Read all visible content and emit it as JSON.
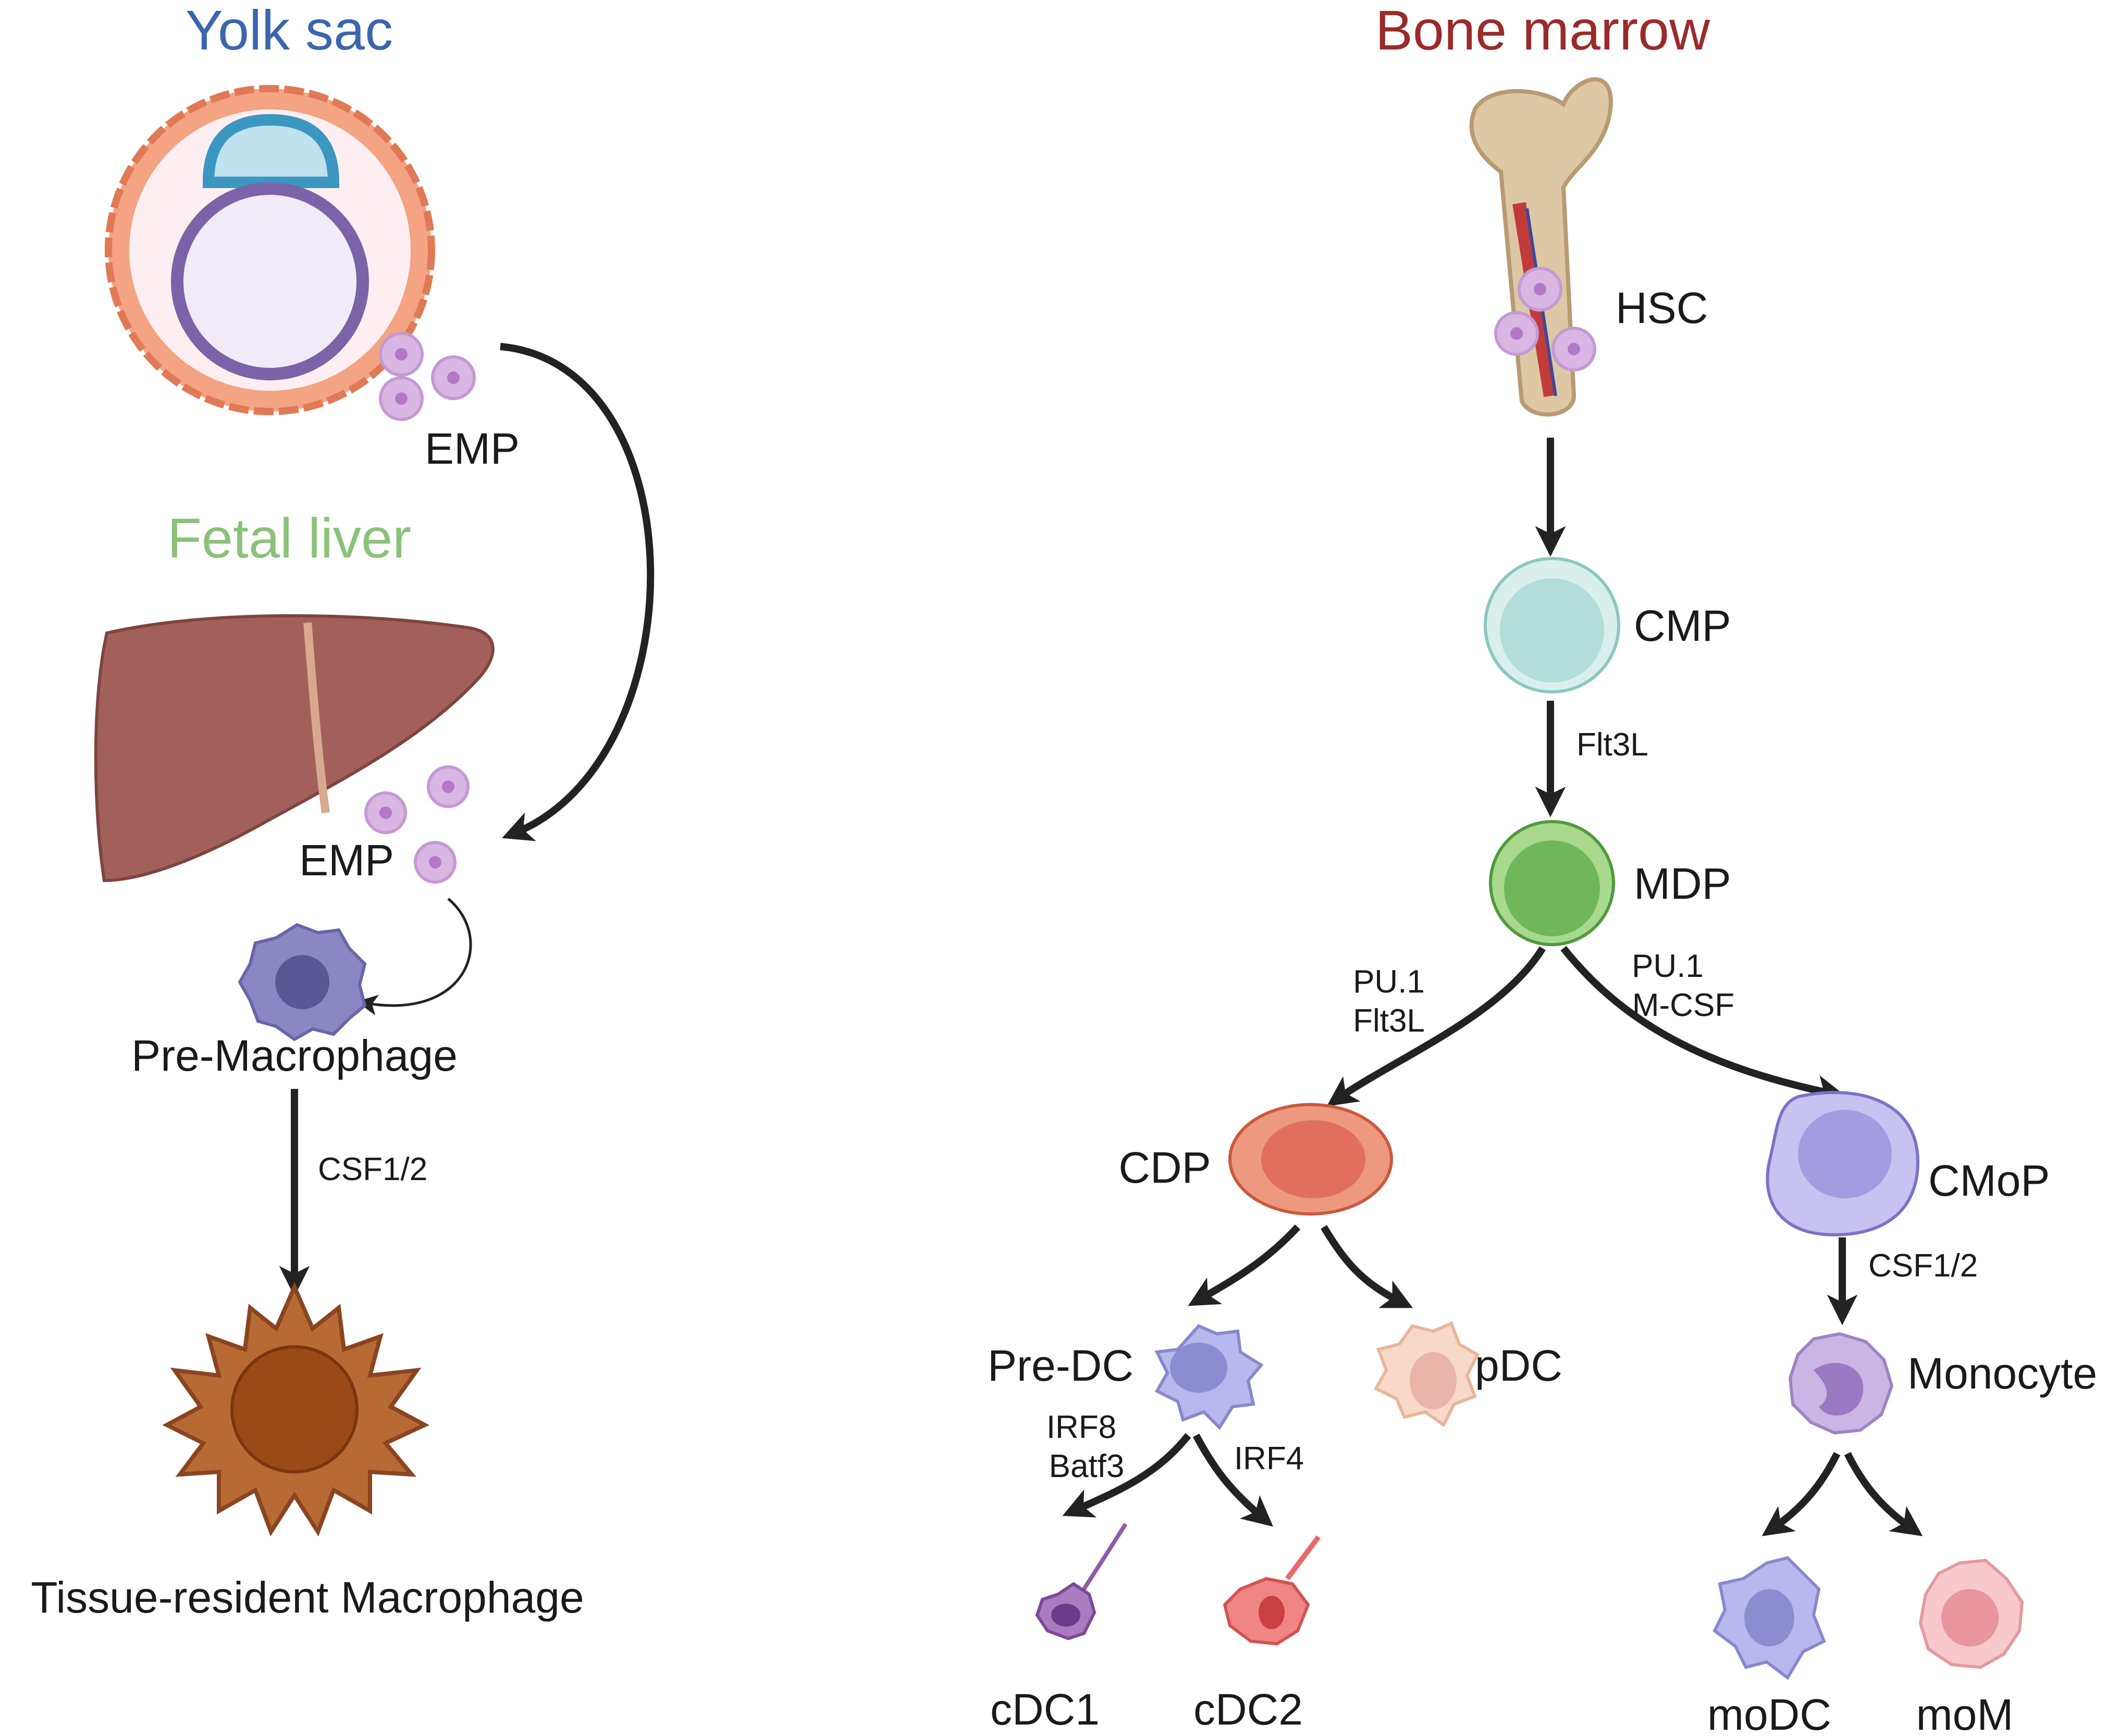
{
  "colors": {
    "yolk_sac_title": "#3a66ad",
    "fetal_liver_title": "#8cc17a",
    "bone_marrow_title": "#9b2a2a",
    "emp_cell": "#d9b6e3",
    "cmp": "#b3ddd8",
    "mdp": "#79be63",
    "cdp": "#e8826f",
    "cmop": "#b6afe9",
    "macrophage": "#b86a34",
    "liver": "#a3605a"
  },
  "yolk_sac": {
    "title": "Yolk sac",
    "emp_label": "EMP"
  },
  "fetal_liver": {
    "title": "Fetal liver",
    "emp_label": "EMP",
    "pre_macrophage": "Pre-Macrophage",
    "csf_label": "CSF1/2",
    "tissue_macrophage": "Tissue-resident Macrophage"
  },
  "bone_marrow": {
    "title": "Bone marrow",
    "hsc": "HSC",
    "cmp": "CMP",
    "flt3l": "Flt3L",
    "mdp": "MDP",
    "left_factors": [
      "PU.1",
      "Flt3L"
    ],
    "right_factors": [
      "PU.1",
      "M-CSF"
    ],
    "cdp": "CDP",
    "cmop": "CMoP",
    "cmop_csf": "CSF1/2",
    "pre_dc": "Pre-DC",
    "pdc": "pDC",
    "monocyte": "Monocyte",
    "cdc1_factors": [
      "IRF8",
      "Batf3"
    ],
    "cdc2_factor": "IRF4",
    "cdc1": "cDC1",
    "cdc2": "cDC2",
    "modc": "moDC",
    "mom": "moM"
  }
}
